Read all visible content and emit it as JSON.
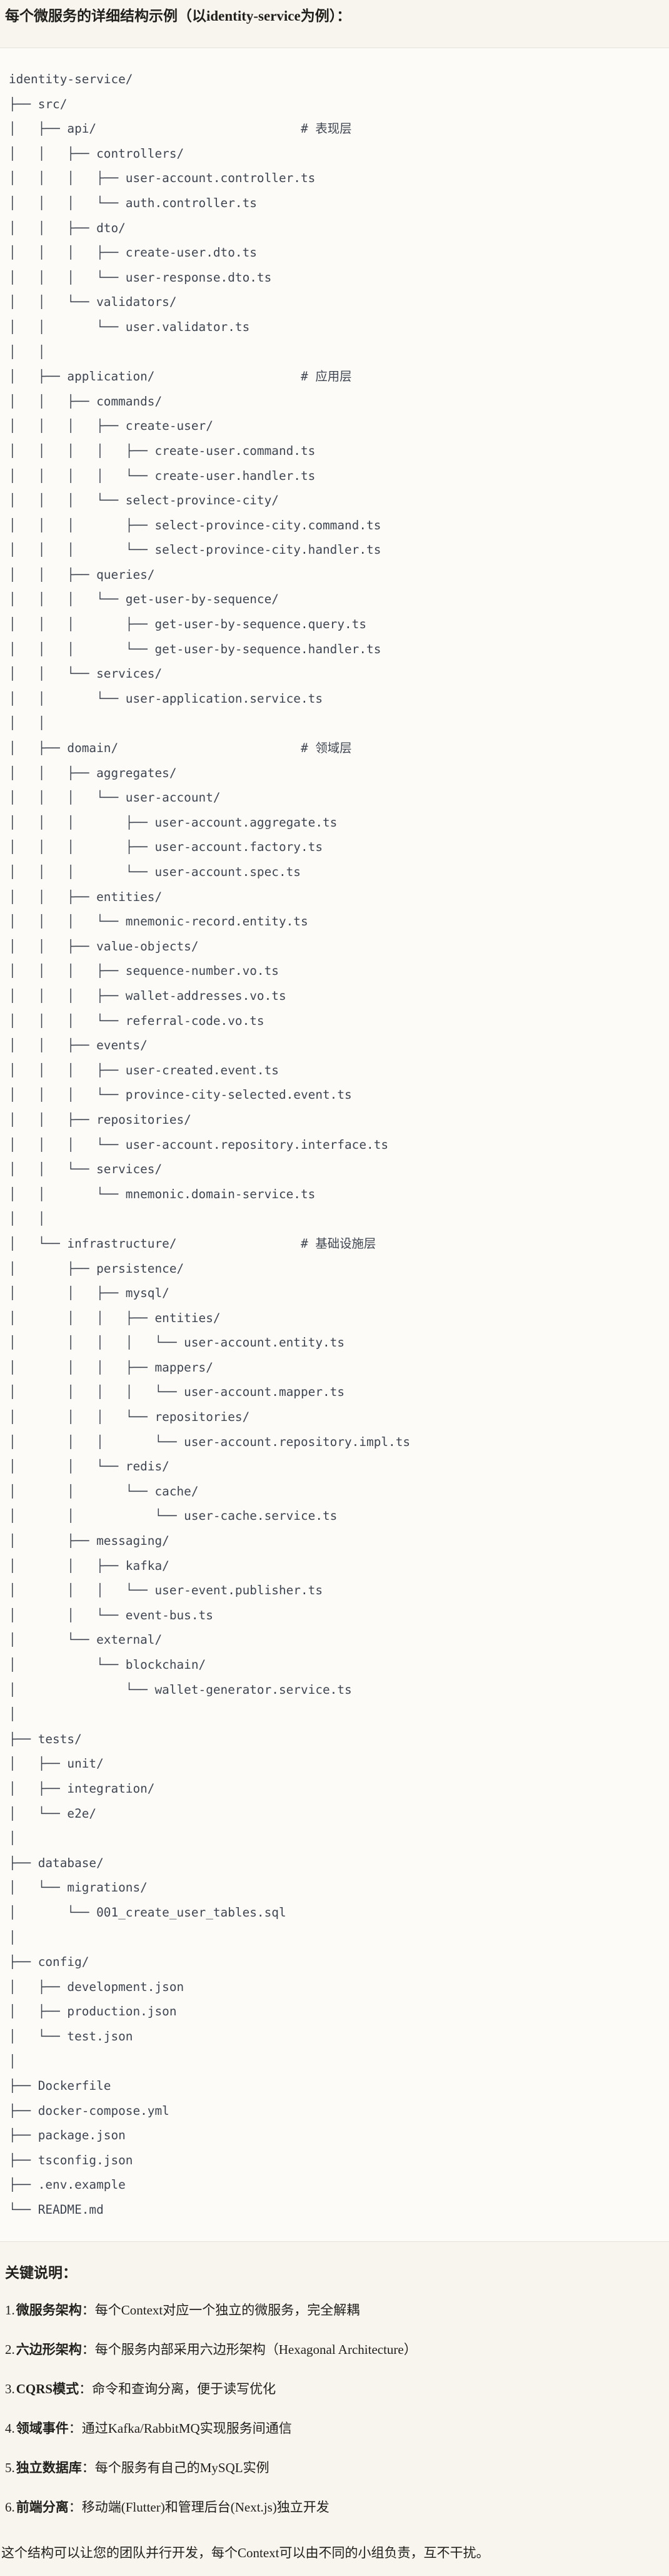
{
  "page": {
    "title": "每个微服务的详细结构示例（以identity-service为例）：",
    "tree": {
      "language": "plaintext",
      "lines": [
        "identity-service/",
        "├── src/",
        "│   ├── api/                            # 表现层",
        "│   │   ├── controllers/",
        "│   │   │   ├── user-account.controller.ts",
        "│   │   │   └── auth.controller.ts",
        "│   │   ├── dto/",
        "│   │   │   ├── create-user.dto.ts",
        "│   │   │   └── user-response.dto.ts",
        "│   │   └── validators/",
        "│   │       └── user.validator.ts",
        "│   │",
        "│   ├── application/                    # 应用层",
        "│   │   ├── commands/",
        "│   │   │   ├── create-user/",
        "│   │   │   │   ├── create-user.command.ts",
        "│   │   │   │   └── create-user.handler.ts",
        "│   │   │   └── select-province-city/",
        "│   │   │       ├── select-province-city.command.ts",
        "│   │   │       └── select-province-city.handler.ts",
        "│   │   ├── queries/",
        "│   │   │   └── get-user-by-sequence/",
        "│   │   │       ├── get-user-by-sequence.query.ts",
        "│   │   │       └── get-user-by-sequence.handler.ts",
        "│   │   └── services/",
        "│   │       └── user-application.service.ts",
        "│   │",
        "│   ├── domain/                         # 领域层",
        "│   │   ├── aggregates/",
        "│   │   │   └── user-account/",
        "│   │   │       ├── user-account.aggregate.ts",
        "│   │   │       ├── user-account.factory.ts",
        "│   │   │       └── user-account.spec.ts",
        "│   │   ├── entities/",
        "│   │   │   └── mnemonic-record.entity.ts",
        "│   │   ├── value-objects/",
        "│   │   │   ├── sequence-number.vo.ts",
        "│   │   │   ├── wallet-addresses.vo.ts",
        "│   │   │   └── referral-code.vo.ts",
        "│   │   ├── events/",
        "│   │   │   ├── user-created.event.ts",
        "│   │   │   └── province-city-selected.event.ts",
        "│   │   ├── repositories/",
        "│   │   │   └── user-account.repository.interface.ts",
        "│   │   └── services/",
        "│   │       └── mnemonic.domain-service.ts",
        "│   │",
        "│   └── infrastructure/                 # 基础设施层",
        "│       ├── persistence/",
        "│       │   ├── mysql/",
        "│       │   │   ├── entities/",
        "│       │   │   │   └── user-account.entity.ts",
        "│       │   │   ├── mappers/",
        "│       │   │   │   └── user-account.mapper.ts",
        "│       │   │   └── repositories/",
        "│       │   │       └── user-account.repository.impl.ts",
        "│       │   └── redis/",
        "│       │       └── cache/",
        "│       │           └── user-cache.service.ts",
        "│       ├── messaging/",
        "│       │   ├── kafka/",
        "│       │   │   └── user-event.publisher.ts",
        "│       │   └── event-bus.ts",
        "│       └── external/",
        "│           └── blockchain/",
        "│               └── wallet-generator.service.ts",
        "│",
        "├── tests/",
        "│   ├── unit/",
        "│   ├── integration/",
        "│   └── e2e/",
        "│",
        "├── database/",
        "│   └── migrations/",
        "│       └── 001_create_user_tables.sql",
        "│",
        "├── config/",
        "│   ├── development.json",
        "│   ├── production.json",
        "│   └── test.json",
        "│",
        "├── Dockerfile",
        "├── docker-compose.yml",
        "├── package.json",
        "├── tsconfig.json",
        "├── .env.example",
        "└── README.md"
      ]
    },
    "notes": {
      "heading": "关键说明：",
      "items": [
        {
          "num": "1.",
          "label": "微服务架构",
          "sep": "：",
          "text": "每个Context对应一个独立的微服务，完全解耦"
        },
        {
          "num": "2.",
          "label": "六边形架构",
          "sep": "：",
          "text": "每个服务内部采用六边形架构（Hexagonal Architecture）"
        },
        {
          "num": "3.",
          "label": "CQRS模式",
          "sep": "：",
          "text": "命令和查询分离，便于读写优化"
        },
        {
          "num": "4.",
          "label": "领域事件",
          "sep": "：",
          "text": "通过Kafka/RabbitMQ实现服务间通信"
        },
        {
          "num": "5.",
          "label": "独立数据库",
          "sep": "：",
          "text": "每个服务有自己的MySQL实例"
        },
        {
          "num": "6.",
          "label": "前端分离",
          "sep": "：",
          "text": "移动端(Flutter)和管理后台(Next.js)独立开发"
        }
      ],
      "footer": "这个结构可以让您的团队并行开发，每个Context可以由不同的小组负责，互不干扰。"
    },
    "colors": {
      "page_background": "#f7f5ee",
      "code_background": "#fcfbf7",
      "code_border": "#e5e2d9",
      "code_text": "#3f4550",
      "body_text": "#21201c"
    }
  }
}
